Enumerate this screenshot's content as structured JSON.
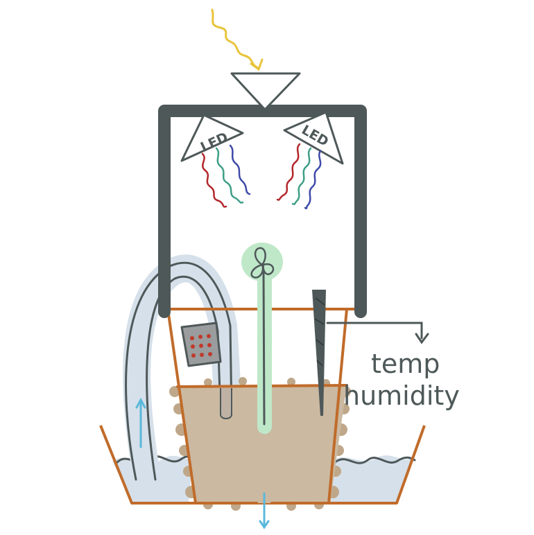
{
  "diagram": {
    "led_left_label": "LED",
    "led_right_label": "LED",
    "sensor_label_line1": "temp",
    "sensor_label_line2": "humidity"
  },
  "colors": {
    "frame": "#4e5859",
    "pot": "#c06b2a",
    "soil": "#cbb9a1",
    "soil_dots": "#bfa78a",
    "water": "#d5e0ea",
    "arrow": "#5bb8db",
    "sunray": "#e8c43a",
    "led_red": "#b3262a",
    "led_green": "#3f9e87",
    "led_blue": "#3e4aa8",
    "plant_glow": "#bfe8c9",
    "sensor_dots": "#c0392b"
  }
}
